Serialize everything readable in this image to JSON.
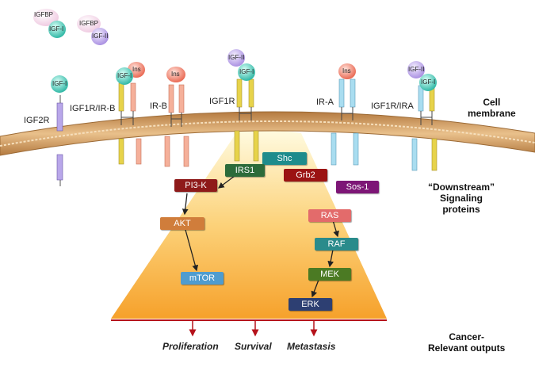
{
  "receptors": {
    "igf2r": "IGF2R",
    "igf1r_irb": "IGF1R/IR-B",
    "irb": "IR-B",
    "igf1r": "IGF1R",
    "ira": "IR-A",
    "igf1r_ira": "IGF1R/IRA"
  },
  "ligands": {
    "igfbp": "IGFBP",
    "igf1": "IGF-I",
    "igf2": "IGF-II",
    "ins": "Ins"
  },
  "side_labels": {
    "cell_line1": "Cell",
    "cell_line2": "membrane",
    "downstream_line1": "“Downstream”",
    "downstream_line2": "Signaling",
    "downstream_line3": "proteins",
    "cancer_line1": "Cancer-",
    "cancer_line2": "Relevant outputs"
  },
  "proteins": {
    "shc": "Shc",
    "irs1": "IRS1",
    "grb2": "Grb2",
    "pi3k": "PI3-K",
    "sos1": "Sos-1",
    "akt": "AKT",
    "ras": "RAS",
    "raf": "RAF",
    "mek": "MEK",
    "mtor": "mTOR",
    "erk": "ERK"
  },
  "outputs": {
    "proliferation": "Proliferation",
    "survival": "Survival",
    "metastasis": "Metastasis"
  },
  "colors": {
    "igf1": "#35c4b0",
    "igf2": "#b7a3e6",
    "ins": "#ef7a66",
    "igfbp": "#f5d9ea",
    "membrane": "#c58a4e",
    "cone_top": "#fff7cc",
    "cone_bottom": "#f7a530",
    "output_line": "#b5121b"
  }
}
